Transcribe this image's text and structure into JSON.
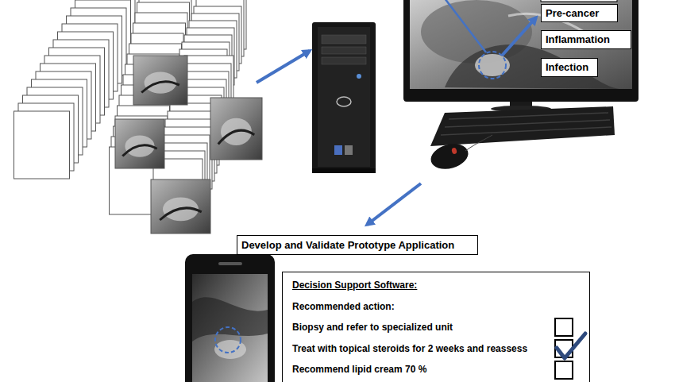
{
  "diagram": {
    "nodes": [
      {
        "text": [
          "Pre-cancer"
        ]
      },
      {
        "text": [
          "Inflammation"
        ]
      },
      {
        "text": [
          "Infection"
        ]
      },
      {
        "text": [
          "Develop and Validate Prototype Application"
        ]
      },
      {
        "text": [
          "Decision Support Software:",
          "Recommended action:",
          "Biopsy and refer to specialized unit",
          "Treat with topical steroids for 2 weeks and reassess",
          "Recommend lipid cream 70 %"
        ]
      }
    ]
  }
}
